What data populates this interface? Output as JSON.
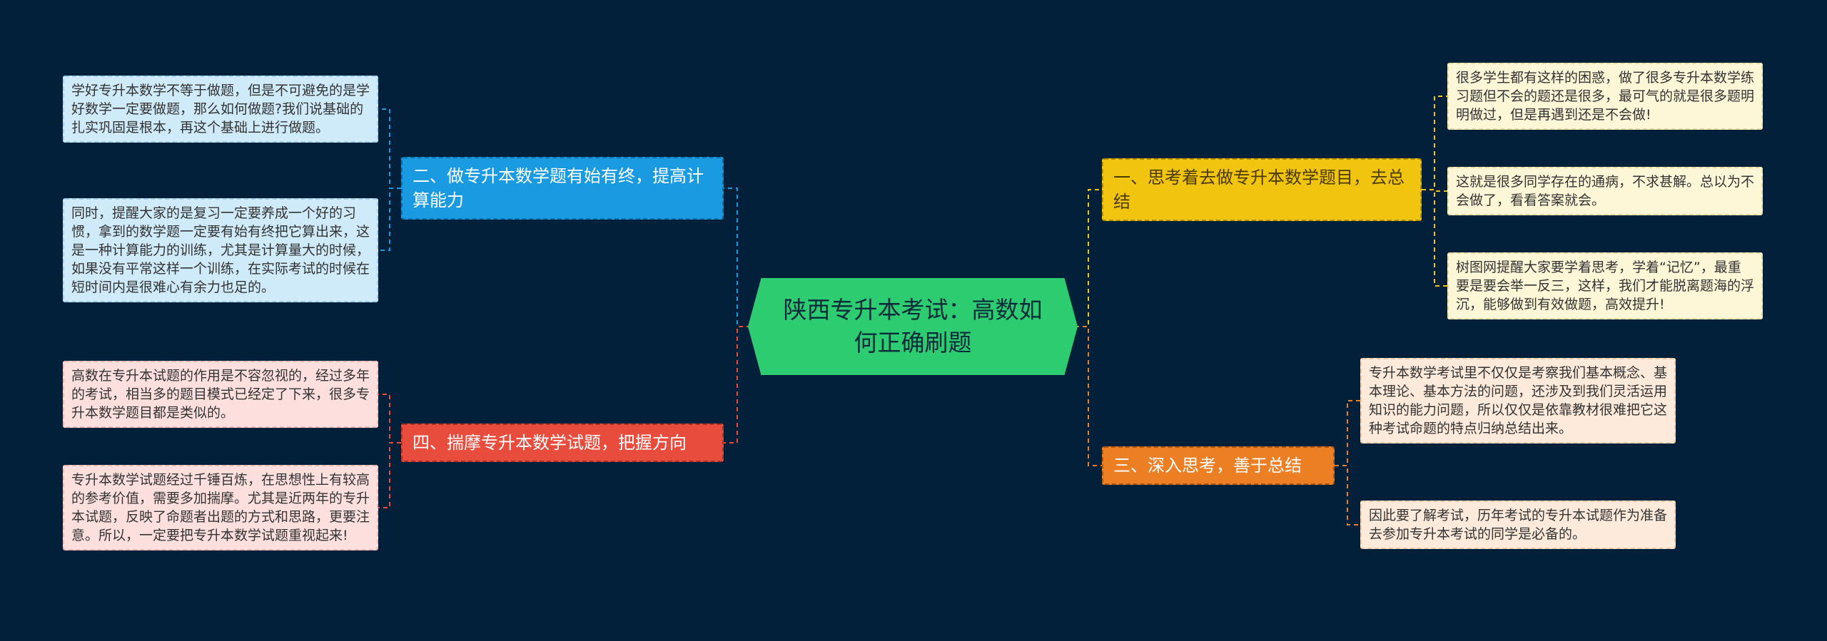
{
  "root": {
    "title": "陕西专升本考试：高数如何正确刷题"
  },
  "left": [
    {
      "title": "二、做专升本数学题有始有终，提高计算能力",
      "color": "#1a9ae0",
      "leaves": [
        "学好专升本数学不等于做题，但是不可避免的是学好数学一定要做题，那么如何做题?我们说基础的扎实巩固是根本，再这个基础上进行做题。",
        "同时，提醒大家的是复习一定要养成一个好的习惯，拿到的数学题一定要有始有终把它算出来，这是一种计算能力的训练，尤其是计算量大的时候，如果没有平常这样一个训练，在实际考试的时候在短时间内是很难心有余力也足的。"
      ]
    },
    {
      "title": "四、揣摩专升本数学试题，把握方向",
      "color": "#e84c3d",
      "leaves": [
        "高数在专升本试题的作用是不容忽视的，经过多年的考试，相当多的题目模式已经定了下来，很多专升本数学题目都是类似的。",
        "专升本数学试题经过千锤百炼，在思想性上有较高的参考价值，需要多加揣摩。尤其是近两年的专升本试题，反映了命题者出题的方式和思路，更要注意。所以，一定要把专升本数学试题重视起来!"
      ]
    }
  ],
  "right": [
    {
      "title": "一、思考着去做专升本数学题目，去总结",
      "color": "#f1c40f",
      "leaves": [
        "很多学生都有这样的困惑，做了很多专升本数学练习题但不会的题还是很多，最可气的就是很多题明明做过，但是再遇到还是不会做!",
        "这就是很多同学存在的通病，不求甚解。总以为不会做了，看看答案就会。",
        "树图网提醒大家要学着思考，学着“记忆”，最重要是要会举一反三，这样，我们才能脱离题海的浮沉，能够做到有效做题，高效提升!"
      ]
    },
    {
      "title": "三、深入思考，善于总结",
      "color": "#ec7f23",
      "leaves": [
        "专升本数学考试里不仅仅是考察我们基本概念、基本理论、基本方法的问题，还涉及到我们灵活运用知识的能力问题，所以仅仅是依靠教材很难把它这种考试命题的特点归纳总结出来。",
        "因此要了解考试，历年考试的专升本试题作为准备去参加专升本考试的同学是必备的。"
      ]
    }
  ]
}
